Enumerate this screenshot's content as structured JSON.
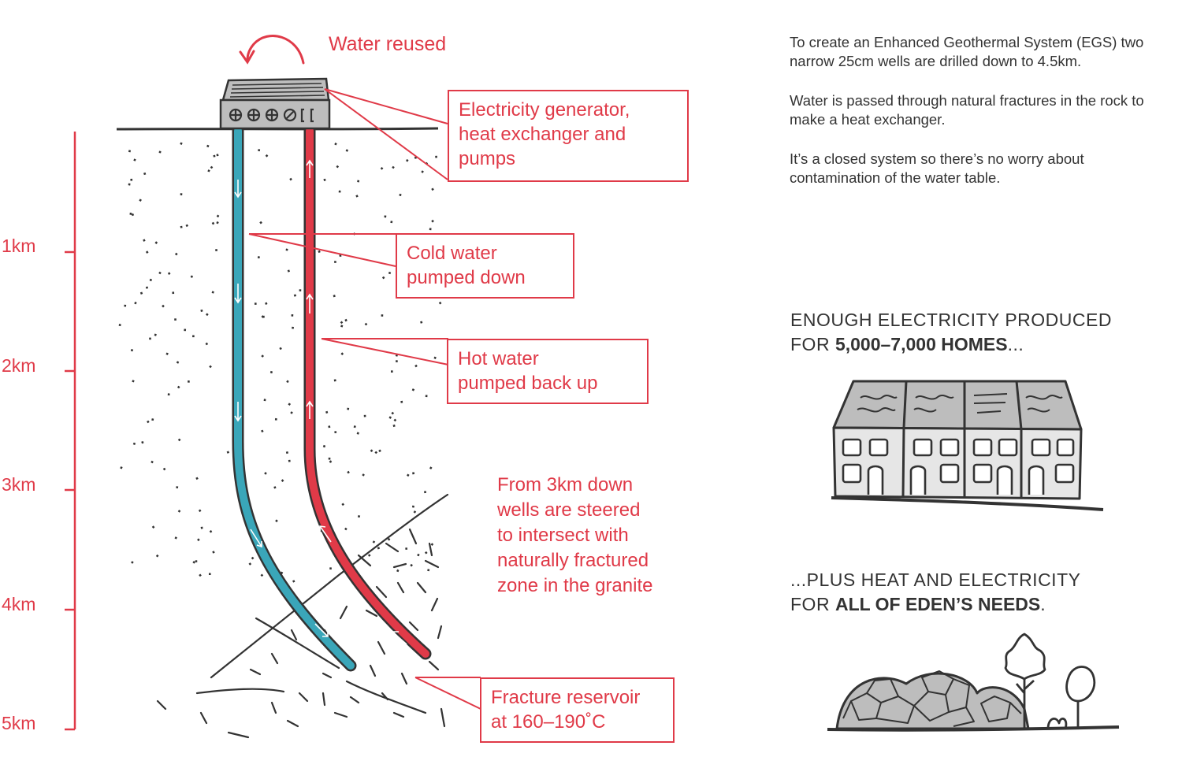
{
  "labels": {
    "water_reused": "Water reused",
    "steering": [
      "From 3km down",
      "wells are steered",
      "to intersect with",
      "naturally fractured",
      "zone in the granite"
    ]
  },
  "depth_scale": [
    "1km",
    "2km",
    "3km",
    "4km",
    "5km"
  ],
  "callouts": {
    "generator": [
      "Electricity generator,",
      "heat exchanger and",
      "pumps"
    ],
    "cold_water": [
      "Cold water",
      "pumped down"
    ],
    "hot_water": [
      "Hot water",
      "pumped back up"
    ],
    "reservoir": [
      "Fracture reservoir",
      "at 160–190˚C"
    ]
  },
  "info": {
    "paragraph1": "To create an Enhanced Geothermal System (EGS) two narrow 25cm wells are drilled down to 4.5km.",
    "paragraph2": "Water is passed through natural fractures in the rock to make a heat exchanger.",
    "paragraph3": "It’s a closed system so there’s no worry about contamination of the water table."
  },
  "homes": {
    "line1": "ENOUGH ELECTRICITY PRODUCED",
    "prefix": "FOR ",
    "bold": "5,000–7,000 HOMES",
    "suffix": "..."
  },
  "eden": {
    "line1": "...PLUS HEAT AND ELECTRICITY",
    "prefix": "FOR ",
    "bold": "ALL OF EDEN’S NEEDS",
    "suffix": "."
  },
  "colors": {
    "accent_red": "#e03a48",
    "cold_blue": "#3aa6b9",
    "ink": "#333333"
  },
  "icons": [
    "reuse-arrow-icon",
    "generator-unit-icon",
    "terraced-houses-icon",
    "eden-biomes-icon",
    "tree-icon"
  ]
}
